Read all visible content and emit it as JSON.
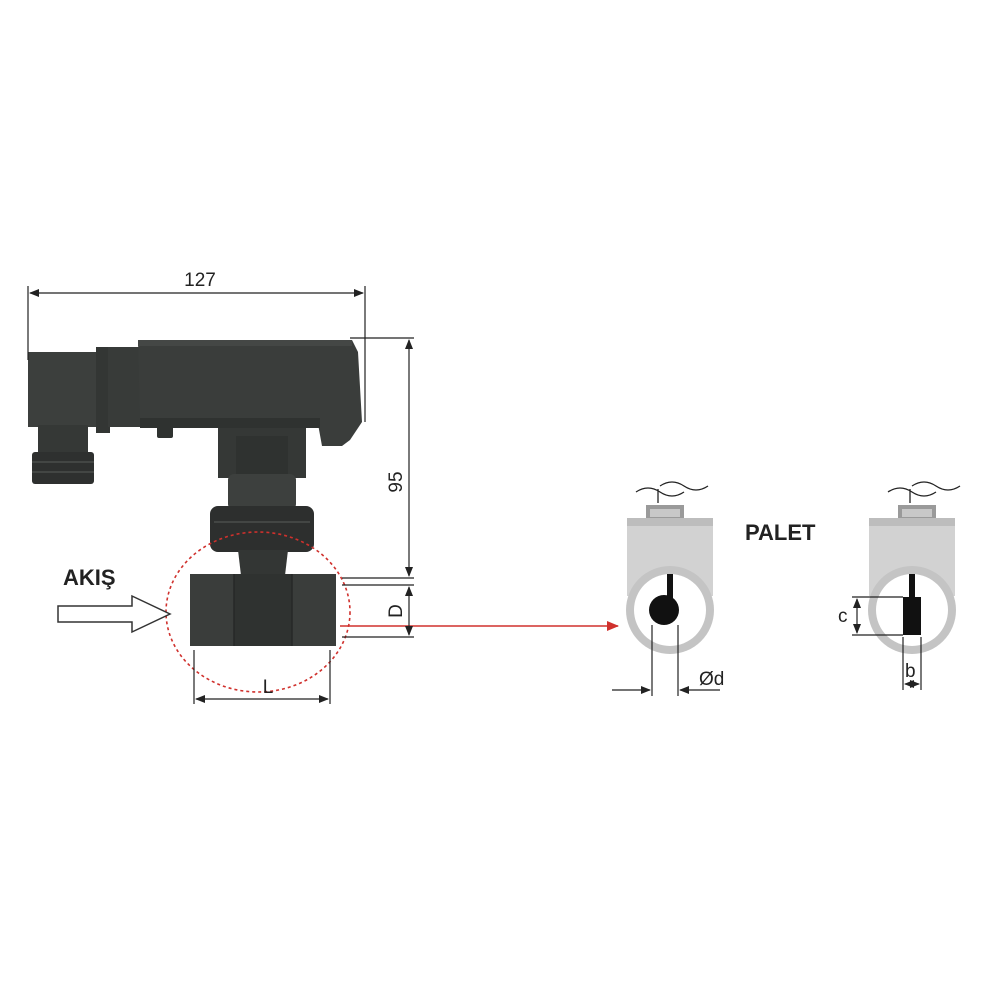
{
  "labels": {
    "width": "127",
    "height": "95",
    "pipe_dia": "D",
    "pipe_len": "L",
    "flow": "AKIŞ",
    "paddle": "PALET",
    "round_dia": "Ød",
    "rect_h": "c",
    "rect_w": "b"
  },
  "colors": {
    "body": "#3a3d3b",
    "body_dark": "#2a2c2b",
    "body_light": "#4a4d4b",
    "pipe_light": "#d6d6d6",
    "pipe_mid": "#b8b8b8",
    "accent_red": "#d0312d",
    "dim_line": "#222222"
  }
}
